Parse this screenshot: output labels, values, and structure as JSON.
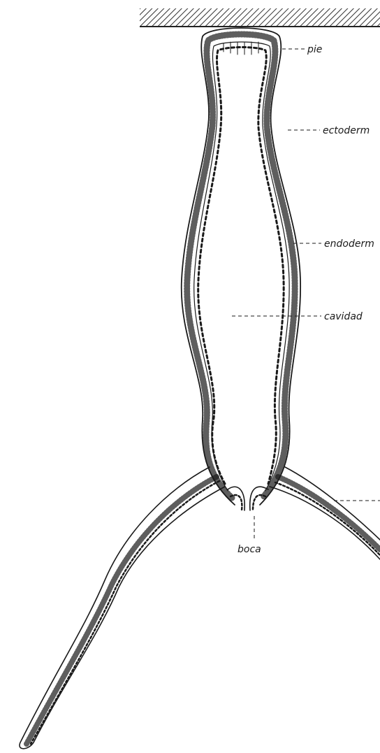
{
  "labels": {
    "pie": "pie",
    "ectoderm": "ectoderm",
    "endoderm": "endoderm",
    "cavidad": "cavidad",
    "boca": "boca"
  },
  "colors": {
    "ink": "#1a1a1a",
    "paper": "#ffffff",
    "substrate": "#444444"
  }
}
